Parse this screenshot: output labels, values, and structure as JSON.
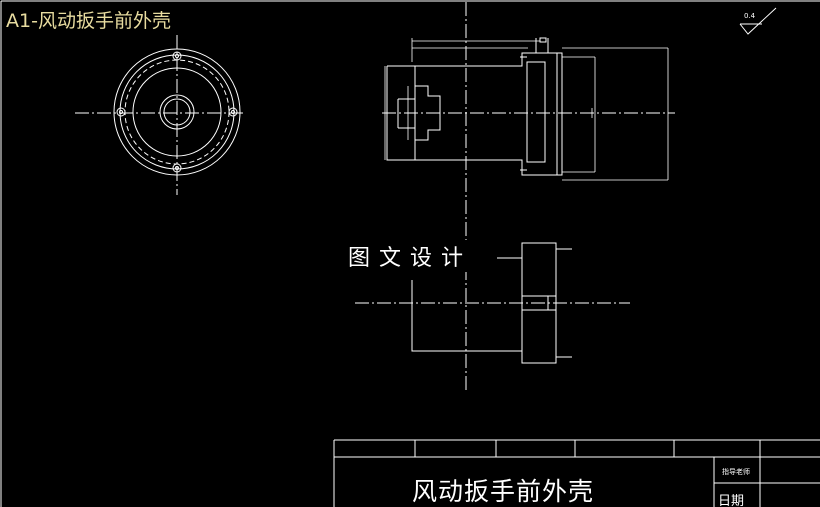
{
  "drawing": {
    "sheet_title": "A1-风动扳手前外壳",
    "watermark": "图文设计",
    "roughness_value": "0.4",
    "colors": {
      "background": "#000000",
      "line": "#ffffff",
      "title": "#e8dca0"
    }
  },
  "title_block": {
    "part_name": "风动扳手前外壳",
    "teacher_label": "指导老师",
    "date_label": "日期"
  }
}
